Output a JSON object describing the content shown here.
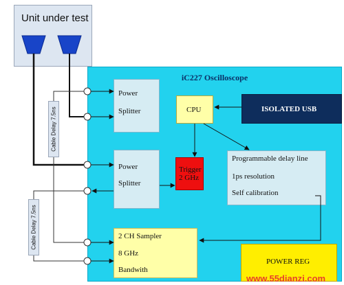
{
  "unit_under_test": {
    "title": "Unit under test"
  },
  "oscilloscope": {
    "title": "iC227 Oscilloscope"
  },
  "splitter_1": {
    "line1": "Power",
    "line2": "Splitter"
  },
  "splitter_2": {
    "line1": "Power",
    "line2": "Splitter"
  },
  "cpu": {
    "label": "CPU"
  },
  "usb": {
    "label": "ISOLATED USB"
  },
  "trigger": {
    "line1": "Trigger",
    "line2": "2 GHz"
  },
  "delay_line": {
    "line1": "Programmable delay line",
    "line2": "1ps resolution",
    "line3": "Self calibration"
  },
  "sampler": {
    "line1": "2 CH Sampler",
    "line2": "8 GHz",
    "line3": "Bandwith"
  },
  "power_reg": {
    "label": "POWER REG"
  },
  "cable_1": {
    "label": "Cable Delay 7.5ns"
  },
  "cable_2": {
    "label": "Cable Delay 7.5ns"
  },
  "watermark": {
    "text": "www.55dianzi.com"
  },
  "colors": {
    "panel": "#22d2ee",
    "usb": "#0e2d5c",
    "trigger": "#ee0f0f",
    "cpu": "#ffffa8",
    "power_reg": "#ffee00",
    "probe": "#1844c8"
  }
}
